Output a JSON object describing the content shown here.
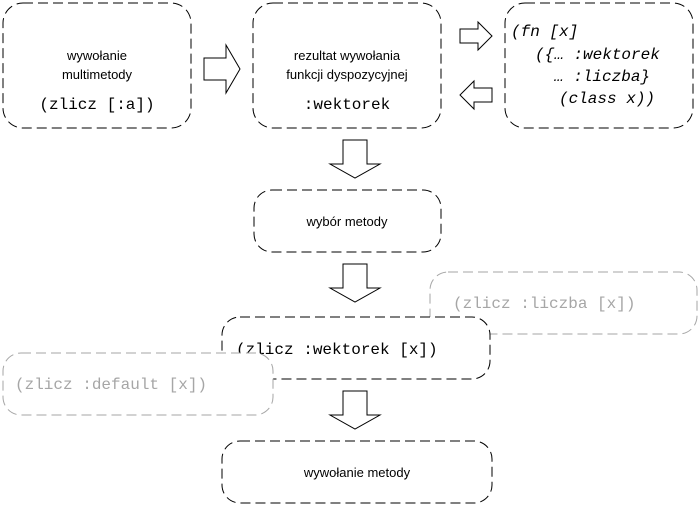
{
  "boxes": {
    "call": {
      "line1": "wywołanie",
      "line2": "multimetody",
      "code": "(zlicz [:a])"
    },
    "dispatch_result": {
      "line1": "rezultat wywołania",
      "line2": "funkcji dyspozycyjnej",
      "code": ":wektorek"
    },
    "dispatch_fn": {
      "line1": "(fn [x]",
      "line2": "({… :wektorek",
      "line3": "… :liczba}",
      "line4": "(class x))"
    },
    "method_choice": {
      "label": "wybór metody"
    },
    "method_liczba": {
      "code": "(zlicz :liczba [x])"
    },
    "method_wektorek": {
      "code": "(zlicz :wektorek [x])"
    },
    "method_default": {
      "code": "(zlicz :default [x])"
    },
    "method_call": {
      "label": "wywołanie metody"
    }
  },
  "colors": {
    "active": "#000000",
    "inactive": "#a6a6a6",
    "background": "#ffffff"
  }
}
